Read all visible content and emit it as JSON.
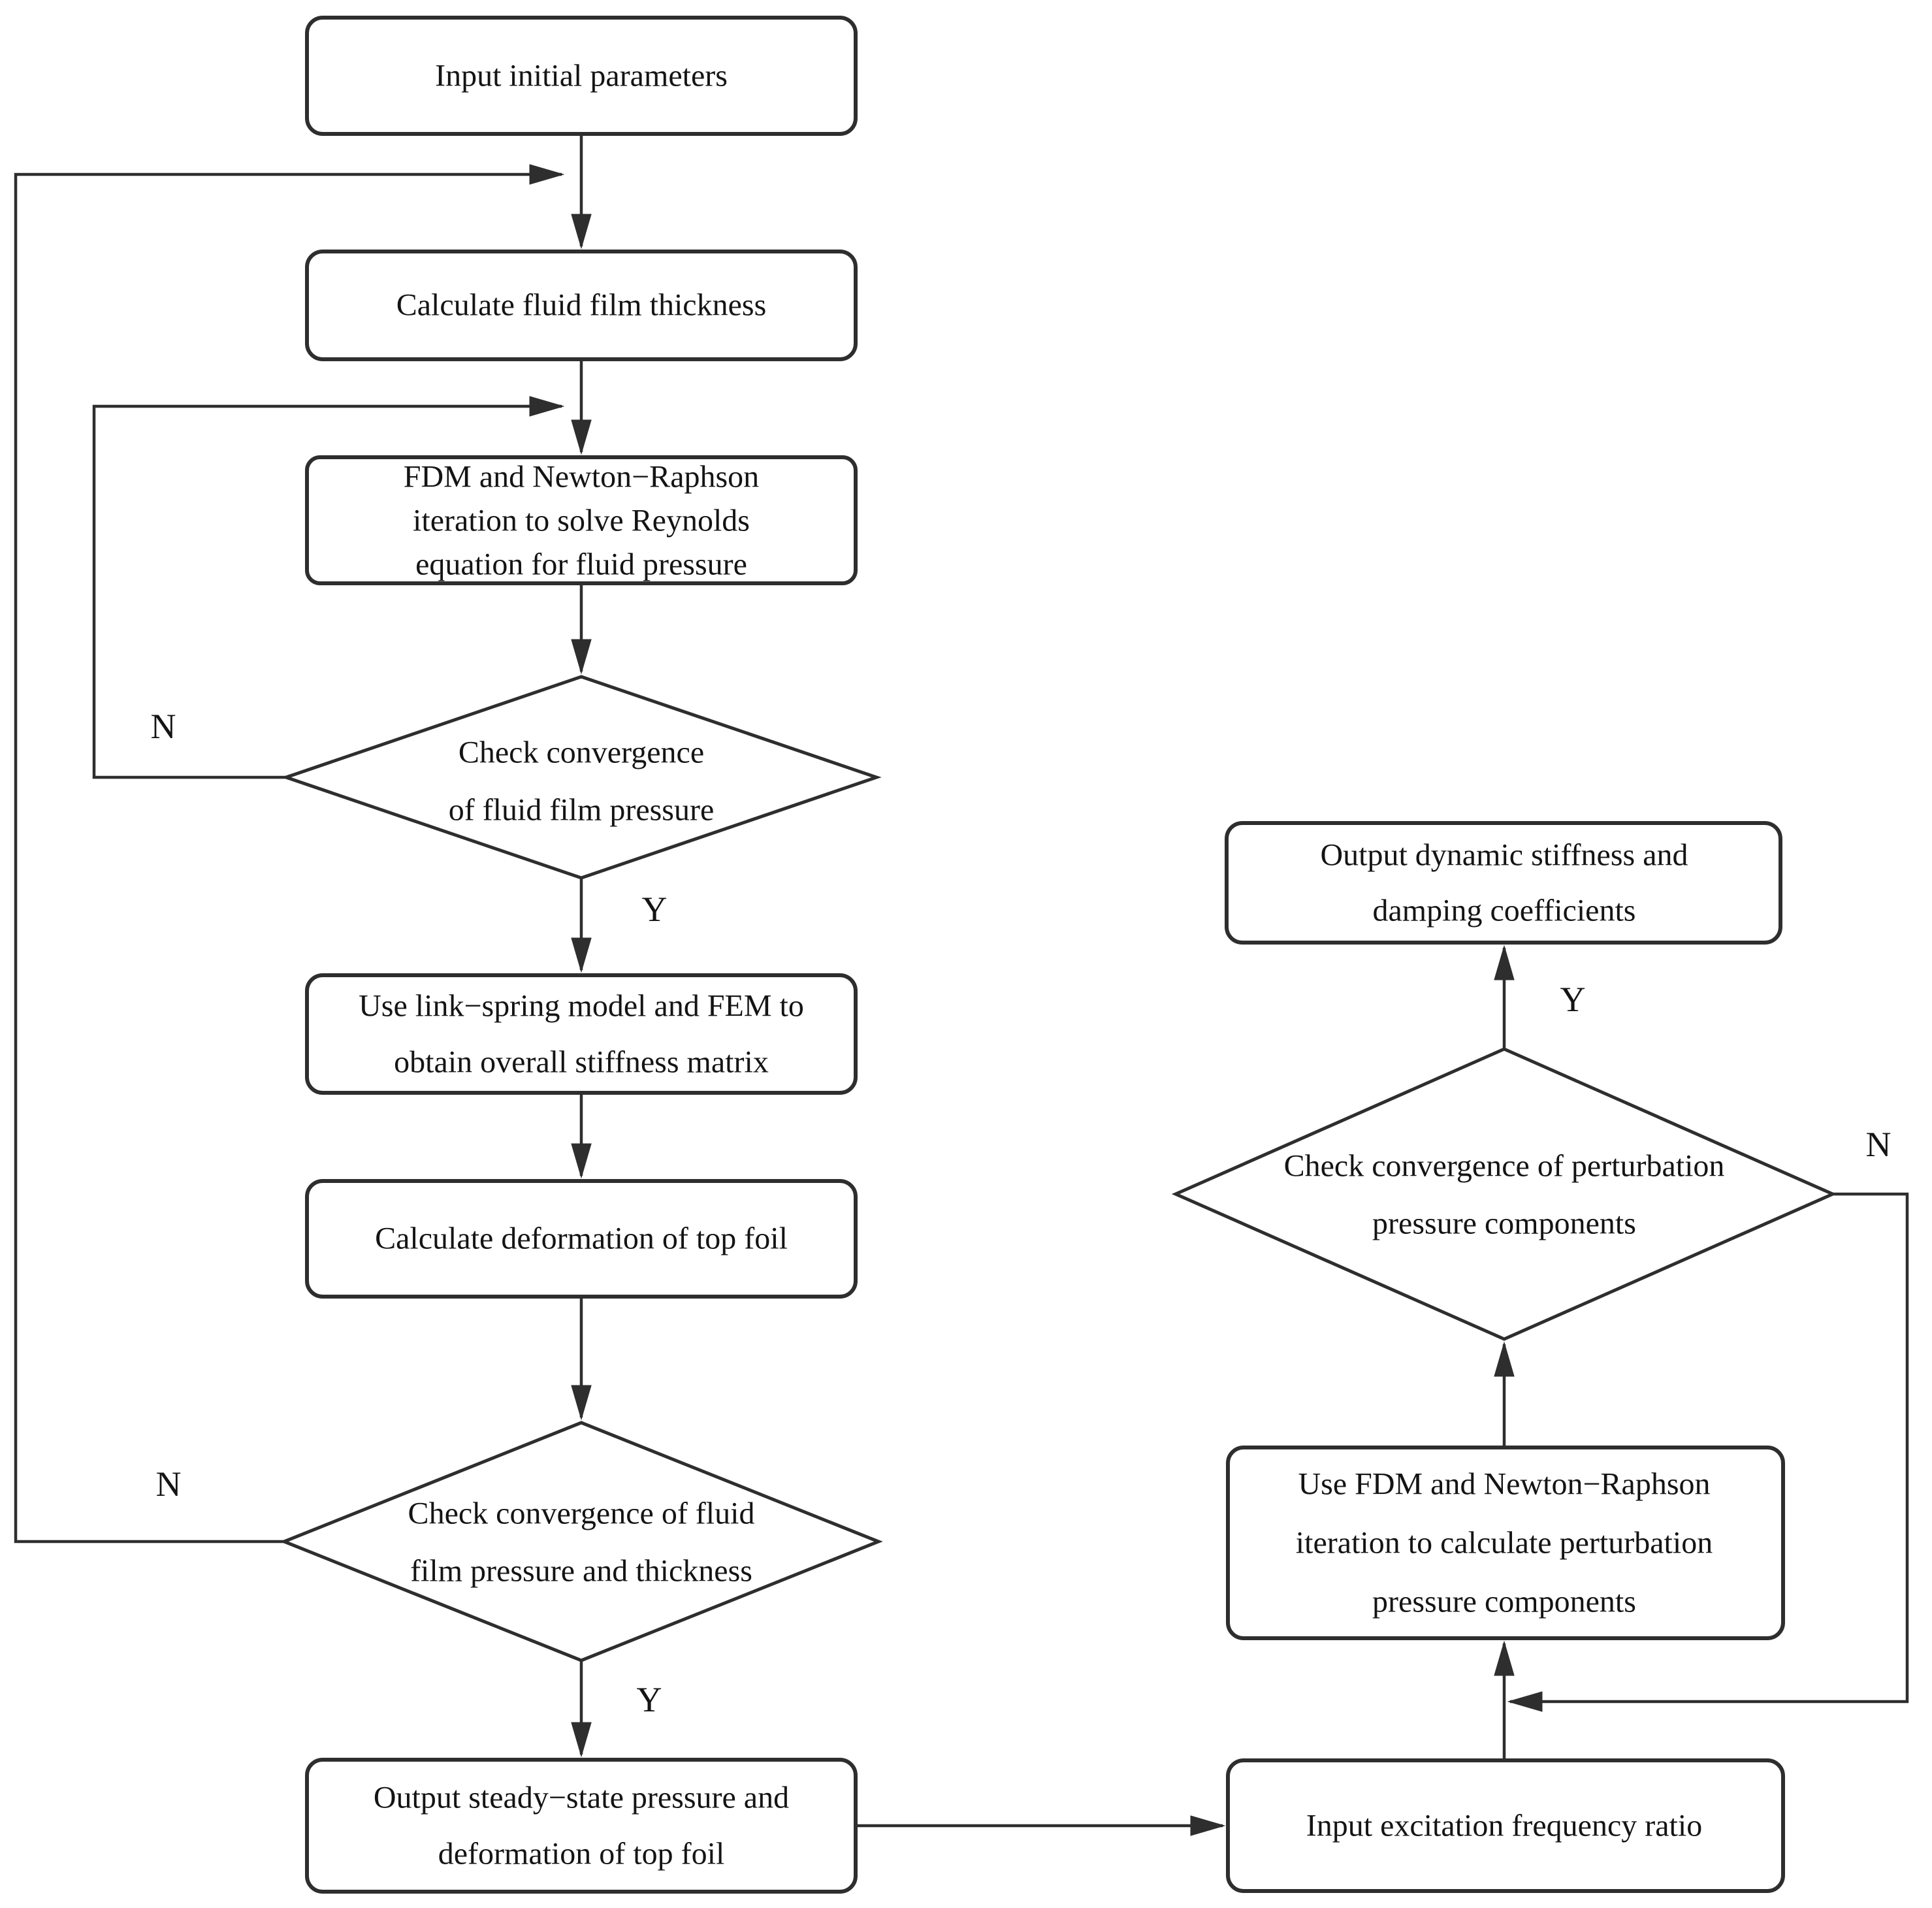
{
  "title": "Flowchart of steady-state and dynamic coefficient calculation",
  "colors": {
    "background": "#ffffff",
    "stroke": "#2e2e2e",
    "text": "#141414",
    "node_fill": "#ffffff"
  },
  "nodes": {
    "input_params": {
      "type": "process",
      "lines": [
        "Input initial parameters"
      ]
    },
    "calc_thickness": {
      "type": "process",
      "lines": [
        "Calculate fluid film thickness"
      ]
    },
    "solve_reynolds": {
      "type": "process",
      "lines": [
        "FDM and Newton−Raphson",
        "iteration to solve Reynolds",
        "equation for fluid pressure"
      ]
    },
    "check_pressure": {
      "type": "decision",
      "lines": [
        "Check convergence",
        "of fluid film pressure"
      ]
    },
    "stiffness_matrix": {
      "type": "process",
      "lines": [
        "Use link−spring model and FEM to",
        "obtain overall stiffness matrix"
      ]
    },
    "calc_deformation": {
      "type": "process",
      "lines": [
        "Calculate deformation of top foil"
      ]
    },
    "check_pressure_thickness": {
      "type": "decision",
      "lines": [
        "Check convergence of fluid",
        "film pressure and thickness"
      ]
    },
    "output_steady": {
      "type": "process",
      "lines": [
        "Output steady−state pressure and",
        "deformation of top foil"
      ]
    },
    "input_excitation": {
      "type": "process",
      "lines": [
        "Input excitation frequency ratio"
      ]
    },
    "calc_perturbation": {
      "type": "process",
      "lines": [
        "Use FDM and Newton−Raphson",
        "iteration to calculate perturbation",
        "pressure components"
      ]
    },
    "check_perturbation": {
      "type": "decision",
      "lines": [
        "Check convergence of perturbation",
        "pressure components"
      ]
    },
    "output_dynamic": {
      "type": "process",
      "lines": [
        "Output dynamic stiffness and",
        "damping coefficients"
      ]
    }
  },
  "edge_labels": {
    "check_pressure_no": "N",
    "check_pressure_yes": "Y",
    "check_pressure_thickness_no": "N",
    "check_pressure_thickness_yes": "Y",
    "check_perturbation_no": "N",
    "check_perturbation_yes": "Y"
  }
}
